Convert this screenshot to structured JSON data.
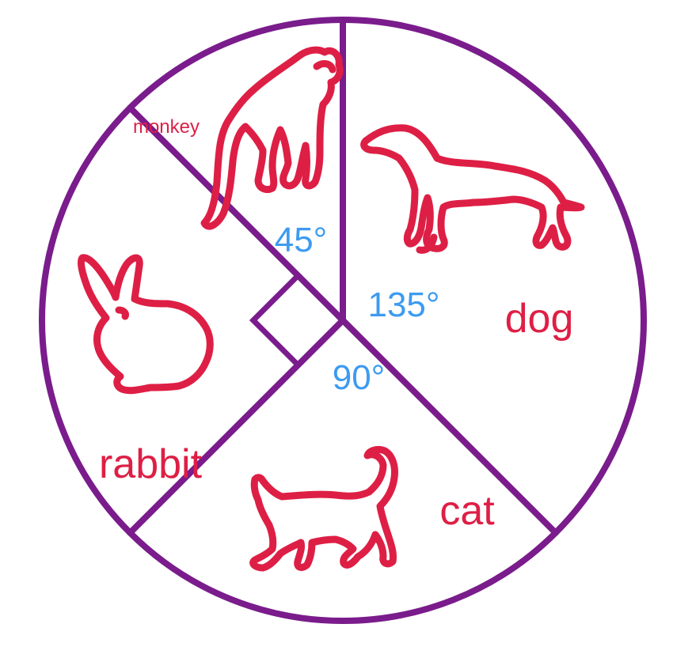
{
  "colors": {
    "outline": "#7a1c8c",
    "animal": "#de1f45",
    "angle": "#3d9bf0",
    "background": "#ffffff"
  },
  "chart_data": {
    "type": "pie",
    "unit": "degrees",
    "slices": [
      {
        "label": "dog",
        "value": 135,
        "angle_label": "135°",
        "icon": "dog-icon"
      },
      {
        "label": "cat",
        "value": 90,
        "angle_label": "90°",
        "icon": "cat-icon"
      },
      {
        "label": "rabbit",
        "value": 90,
        "angle_label": "",
        "icon": "rabbit-icon",
        "right_angle_marker": true
      },
      {
        "label": "monkey",
        "value": 45,
        "angle_label": "45°",
        "icon": "monkey-icon"
      }
    ]
  }
}
